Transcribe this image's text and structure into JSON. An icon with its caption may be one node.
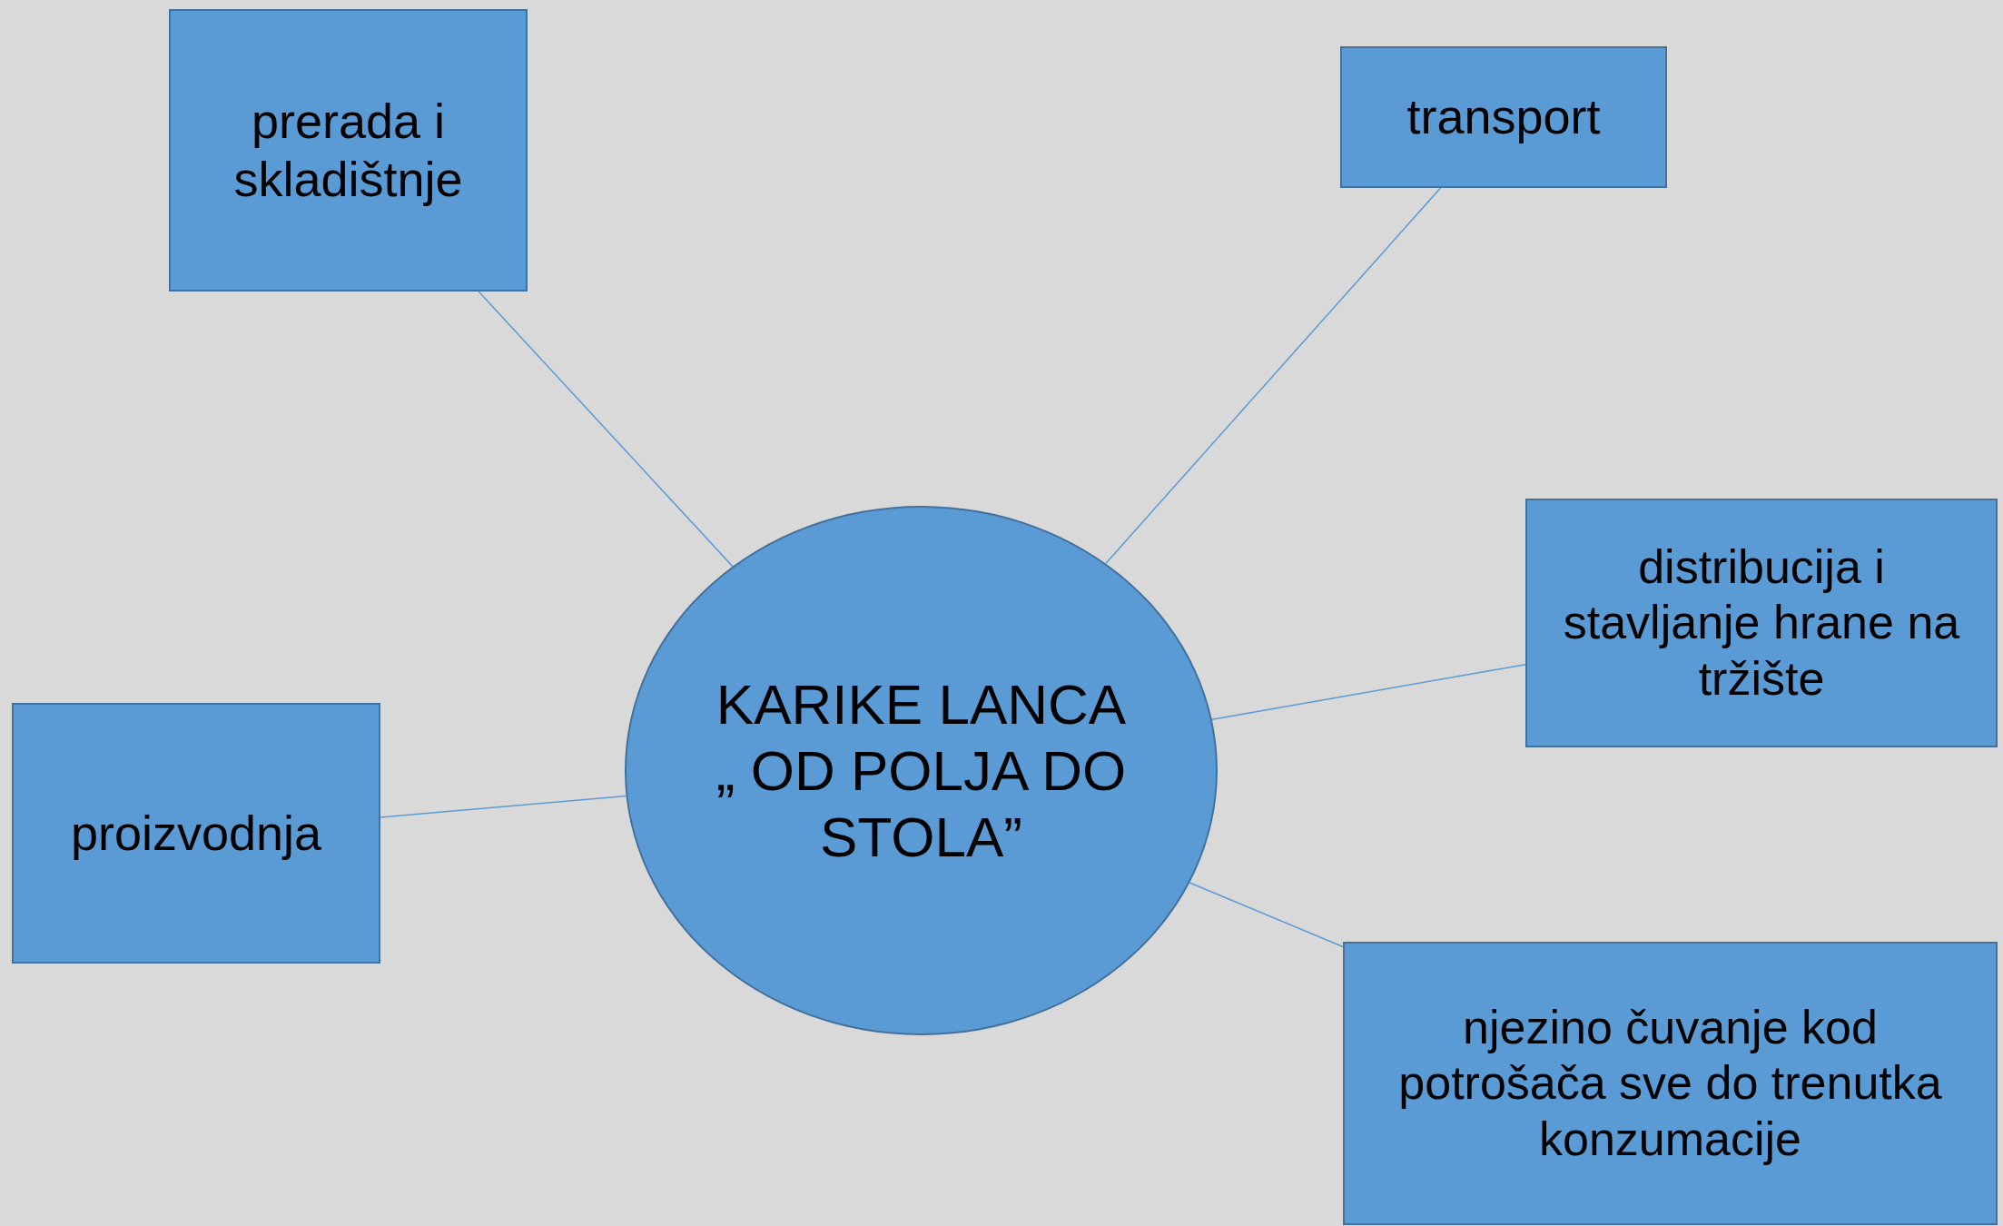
{
  "diagram": {
    "nodes": [
      {
        "text": [
          "prerada i skladištnje"
        ]
      },
      {
        "text": [
          "transport"
        ]
      },
      {
        "text": [
          "KARIKE LANCA „ OD POLJA DO STOLA”"
        ]
      },
      {
        "text": [
          "distribucija i stavljanje hrane na tržište"
        ]
      },
      {
        "text": [
          "proizvodnja"
        ]
      },
      {
        "text": [
          "njezino čuvanje kod potrošača sve do trenutka konzumacije"
        ]
      }
    ],
    "edges": [
      {
        "from": 2,
        "to": 0,
        "arrow": "none"
      },
      {
        "from": 2,
        "to": 1,
        "arrow": "none"
      },
      {
        "from": 2,
        "to": 3,
        "arrow": "none"
      },
      {
        "from": 2,
        "to": 4,
        "arrow": "none"
      },
      {
        "from": 2,
        "to": 5,
        "arrow": "none"
      }
    ]
  }
}
